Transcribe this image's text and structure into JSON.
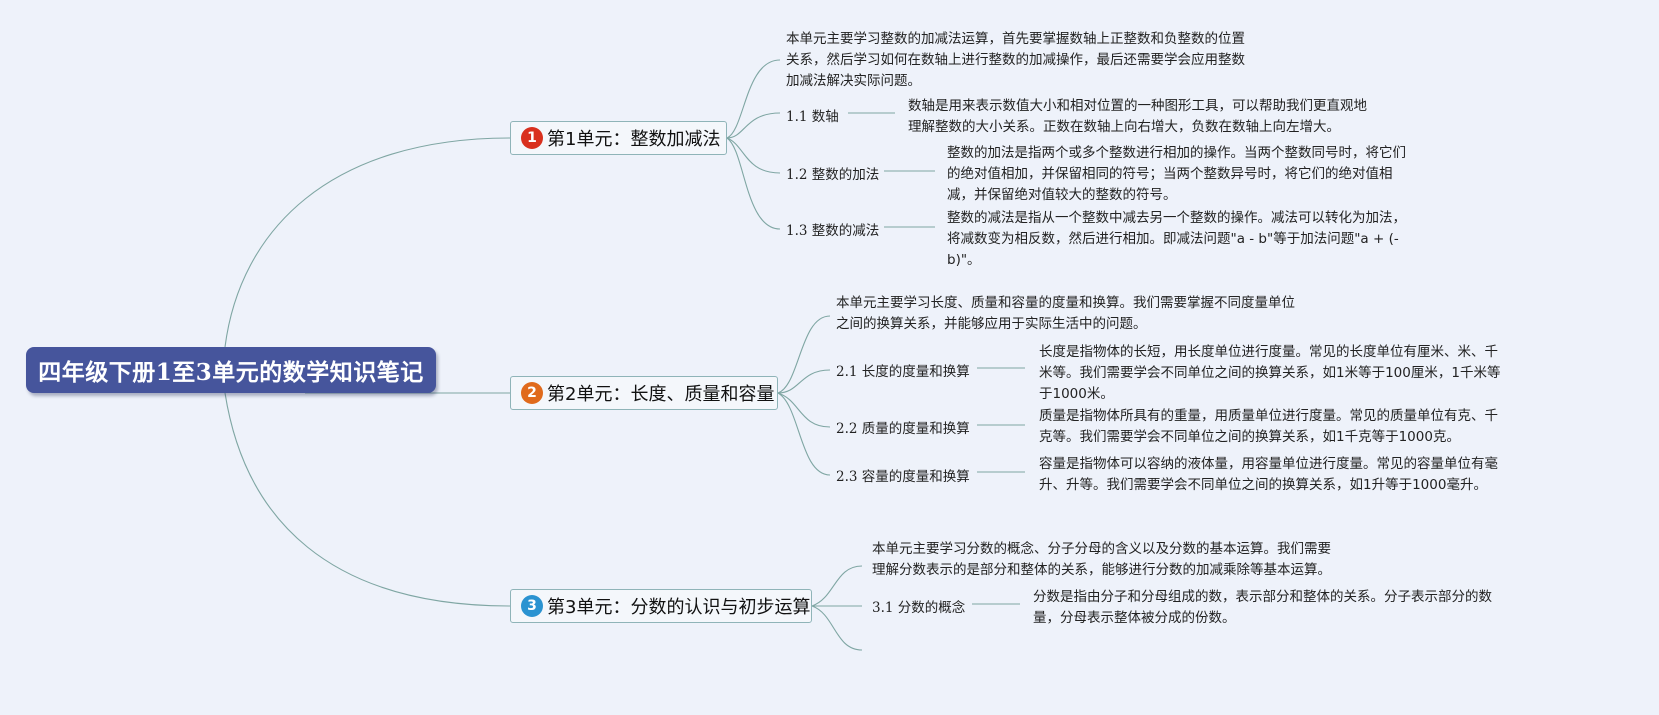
{
  "root": {
    "title": "四年级下册1至3单元的数学知识笔记"
  },
  "units": [
    {
      "badge": "1",
      "badge_color": "#d9301e",
      "title": "第1单元：整数加减法",
      "intro": "本单元主要学习整数的加减法运算，首先要掌握数轴上正整数和负整数的位置关系，然后学习如何在数轴上进行整数的加减操作，最后还需要学会应用整数加减法解决实际问题。",
      "items": [
        {
          "label": "1.1 数轴",
          "text": "数轴是用来表示数值大小和相对位置的一种图形工具，可以帮助我们更直观地理解整数的大小关系。正数在数轴上向右增大，负数在数轴上向左增大。"
        },
        {
          "label": "1.2 整数的加法",
          "text": "整数的加法是指两个或多个整数进行相加的操作。当两个整数同号时，将它们的绝对值相加，并保留相同的符号；当两个整数异号时，将它们的绝对值相减，并保留绝对值较大的整数的符号。"
        },
        {
          "label": "1.3 整数的减法",
          "text": "整数的减法是指从一个整数中减去另一个整数的操作。减法可以转化为加法，将减数变为相反数，然后进行相加。即减法问题\"a - b\"等于加法问题\"a + (-b)\"。"
        }
      ]
    },
    {
      "badge": "2",
      "badge_color": "#e06a1c",
      "title": "第2单元：长度、质量和容量",
      "intro": "本单元主要学习长度、质量和容量的度量和换算。我们需要掌握不同度量单位之间的换算关系，并能够应用于实际生活中的问题。",
      "items": [
        {
          "label": "2.1 长度的度量和换算",
          "text": "长度是指物体的长短，用长度单位进行度量。常见的长度单位有厘米、米、千米等。我们需要学会不同单位之间的换算关系，如1米等于100厘米，1千米等于1000米。"
        },
        {
          "label": "2.2 质量的度量和换算",
          "text": "质量是指物体所具有的重量，用质量单位进行度量。常见的质量单位有克、千克等。我们需要学会不同单位之间的换算关系，如1千克等于1000克。"
        },
        {
          "label": "2.3 容量的度量和换算",
          "text": "容量是指物体可以容纳的液体量，用容量单位进行度量。常见的容量单位有毫升、升等。我们需要学会不同单位之间的换算关系，如1升等于1000毫升。"
        }
      ]
    },
    {
      "badge": "3",
      "badge_color": "#2b93d1",
      "title": "第3单元：分数的认识与初步运算",
      "intro": "本单元主要学习分数的概念、分子分母的含义以及分数的基本运算。我们需要理解分数表示的是部分和整体的关系，能够进行分数的加减乘除等基本运算。",
      "items": [
        {
          "label": "3.1 分数的概念",
          "text": "分数是指由分子和分母组成的数，表示部分和整体的关系。分子表示部分的数量，分母表示整体被分成的份数。"
        }
      ]
    }
  ]
}
